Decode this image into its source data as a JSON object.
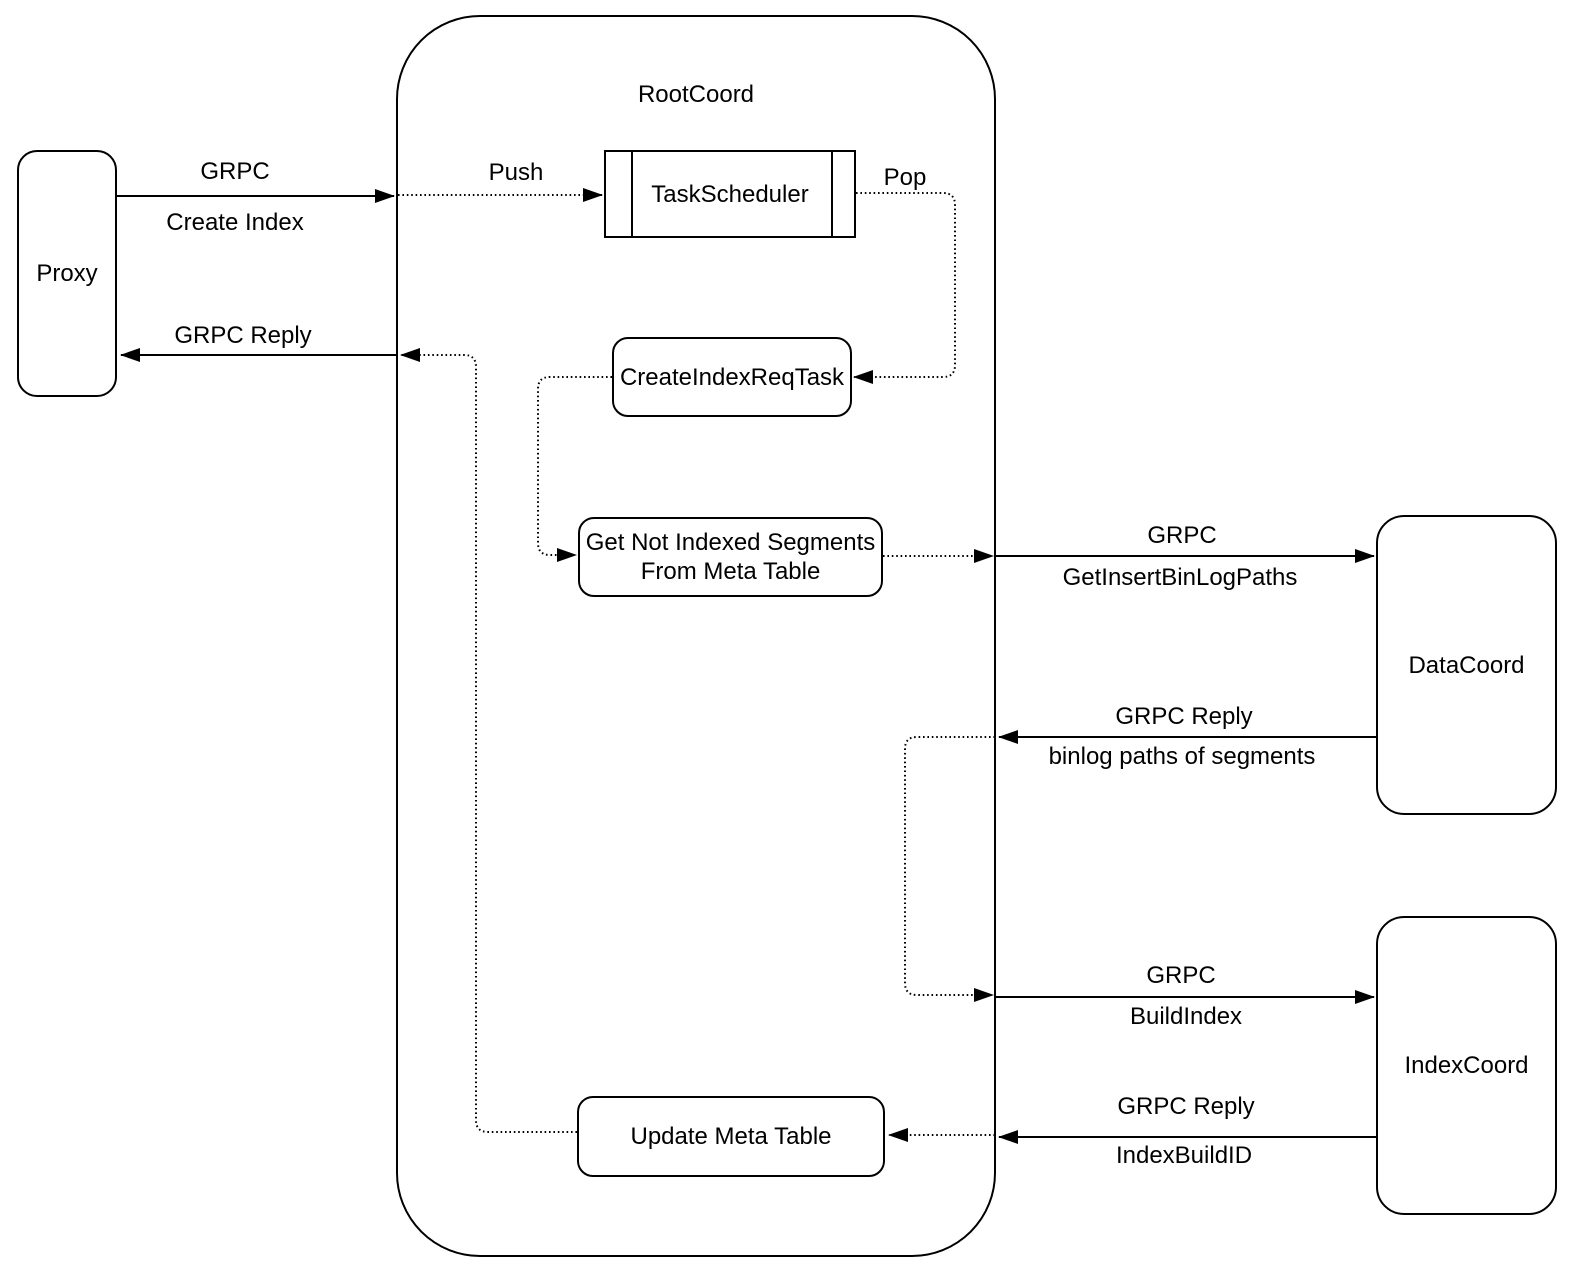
{
  "diagram": {
    "nodes": {
      "proxy": {
        "label": "Proxy"
      },
      "rootcoord": {
        "label": "RootCoord"
      },
      "task_scheduler": {
        "label": "TaskScheduler"
      },
      "create_index_req_task": {
        "label": "CreateIndexReqTask"
      },
      "get_not_indexed_segments": {
        "label_line1": "Get Not Indexed Segments",
        "label_line2": "From Meta Table"
      },
      "update_meta_table": {
        "label": "Update Meta Table"
      },
      "datacoord": {
        "label": "DataCoord"
      },
      "indexcoord": {
        "label": "IndexCoord"
      }
    },
    "edges": {
      "proxy_to_rootcoord": {
        "label1": "GRPC",
        "label2": "Create Index"
      },
      "rootcoord_to_proxy": {
        "label1": "GRPC Reply"
      },
      "push": {
        "label1": "Push"
      },
      "pop": {
        "label1": "Pop"
      },
      "rootcoord_to_datacoord": {
        "label1": "GRPC",
        "label2": "GetInsertBinLogPaths"
      },
      "datacoord_to_rootcoord": {
        "label1": "GRPC Reply",
        "label2": "binlog paths of segments"
      },
      "rootcoord_to_indexcoord": {
        "label1": "GRPC",
        "label2": "BuildIndex"
      },
      "indexcoord_to_rootcoord": {
        "label1": "GRPC Reply",
        "label2": "IndexBuildID"
      }
    },
    "colors": {
      "stroke": "#000000",
      "background": "#ffffff",
      "text": "#000000"
    }
  }
}
